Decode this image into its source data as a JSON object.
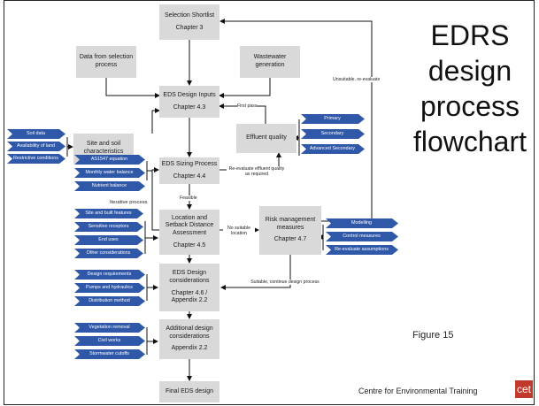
{
  "title": "EDRS design process flowchart",
  "title_lines": [
    "EDRS",
    "design",
    "process",
    "flowchart"
  ],
  "figure_label": "Figure 15",
  "footer": "Centre for Environmental Training",
  "logo_text": "cet",
  "boxes": {
    "selection": {
      "title": "Selection Shortlist",
      "sub": "Chapter 3"
    },
    "data": {
      "title": "Data from selection process"
    },
    "wastewater": {
      "title": "Wastewater generation"
    },
    "inputs": {
      "title": "EDS Design Inputs",
      "sub": "Chapter 4.3"
    },
    "site": {
      "title": "Site and soil characteristics"
    },
    "effluent": {
      "title": "Effluent quality"
    },
    "sizing": {
      "title": "EDS Sizing Process",
      "sub": "Chapter 4.4"
    },
    "location": {
      "title": "Location and Setback Distance Assessment",
      "sub": "Chapter 4.5"
    },
    "risk": {
      "title": "Risk management measures",
      "sub": "Chapter 4.7"
    },
    "considerations": {
      "title": "EDS Design considerations",
      "sub": "Chapter 4.6 / Appendix 2.2"
    },
    "additional": {
      "title": "Additional design considerations",
      "sub": "Appendix 2.2"
    },
    "final": {
      "title": "Final EDS design"
    }
  },
  "tags": {
    "site": [
      "Soil data",
      "Availability of land",
      "Restrictive conditions"
    ],
    "effluent": [
      "Primary",
      "Secondary",
      "Advanced Secondary"
    ],
    "sizing": [
      "AS1547 equation",
      "Monthly water balance",
      "Nutrient balance"
    ],
    "location": [
      "Site and built features",
      "Sensitive receptors",
      "End uses",
      "Other considerations"
    ],
    "risk": [
      "Modelling",
      "Control measures",
      "Re-evaluate assumptions"
    ],
    "considerations": [
      "Design requirements",
      "Pumps and hydraulics",
      "Distribution method"
    ],
    "additional": [
      "Vegetation removal",
      "Civil works",
      "Stormwater cutoffs"
    ]
  },
  "labels": {
    "unsuitable": "Unsuitable, re-evaluate",
    "first_pass": "First pass",
    "reevaluate": "Re-evaluate effluent quality as required",
    "feasible": "Feasible",
    "iterative": "Iterative process",
    "no_suitable": "No suitable location",
    "suitable": "Suitable, continue design process"
  }
}
